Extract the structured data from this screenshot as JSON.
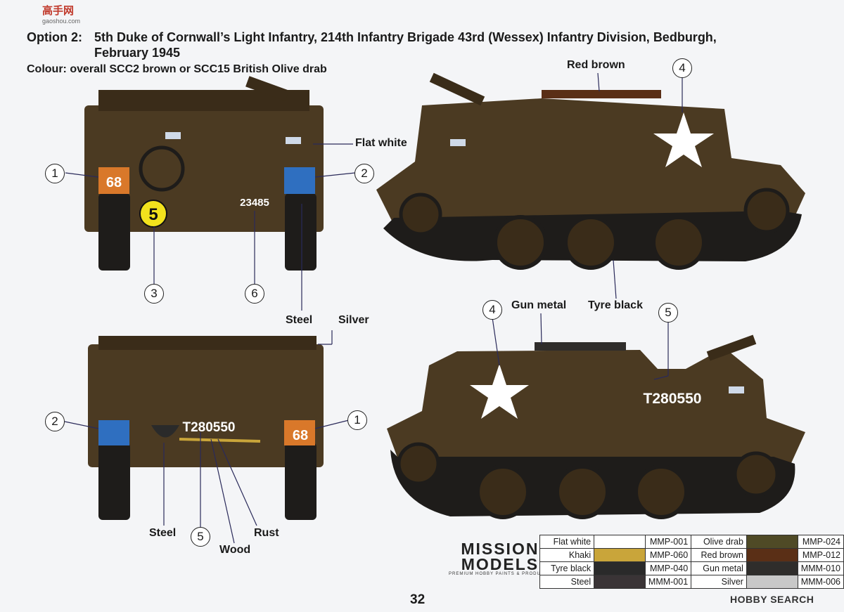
{
  "watermark": {
    "logo_text": "高手网",
    "logo_url_text": "gaoshou.com"
  },
  "header": {
    "option_label": "Option 2:",
    "title_line1": "5th Duke of Cornwall’s Light Infantry, 214th Infantry Brigade 43rd (Wessex) Infantry Division, Bedburgh,",
    "title_line2": "February 1945",
    "colour_line": "Colour: overall SCC2 brown or SCC15 British Olive drab"
  },
  "labels": {
    "red_brown": "Red brown",
    "flat_white": "Flat white",
    "gun_metal": "Gun metal",
    "tyre_black": "Tyre black",
    "steel_top": "Steel",
    "silver": "Silver",
    "steel_bottom": "Steel",
    "wood": "Wood",
    "rust": "Rust"
  },
  "callouts": [
    "1",
    "2",
    "3",
    "4",
    "5",
    "6"
  ],
  "markings": {
    "plate_68": "68",
    "circle_5": "5",
    "serial_short": "23485",
    "serial_long": "T280550",
    "serial_rear": "T280550"
  },
  "brand": {
    "name_l1": "MISSION",
    "name_l2": "MODELS",
    "tagline": "PREMIUM HOBBY PAINTS & PRODUCTS"
  },
  "paints": [
    {
      "name": "Flat white",
      "color": "#ffffff",
      "code": "MMP-001",
      "name2": "Olive drab",
      "color2": "#4f4a26",
      "code2": "MMP-024"
    },
    {
      "name": "Khaki",
      "color": "#c9a53a",
      "code": "MMP-060",
      "name2": "Red brown",
      "color2": "#5a2f16",
      "code2": "MMP-012"
    },
    {
      "name": "Tyre black",
      "color": "#2a2a2a",
      "code": "MMP-040",
      "name2": "Gun metal",
      "color2": "#2f2d2b",
      "code2": "MMM-010"
    },
    {
      "name": "Steel",
      "color": "#3a3436",
      "code": "MMM-001",
      "name2": "Silver",
      "color2": "#c8c8c8",
      "code2": "MMM-006"
    }
  ],
  "footer": {
    "page": "32",
    "site": "HOBBY SEARCH"
  },
  "colors": {
    "body": "#4b3a22",
    "body_dark": "#3a2c19",
    "track": "#1e1c1a",
    "plate_orange": "#d9782a",
    "plate_blue": "#2f6fc0",
    "dot_yellow": "#f2e21d"
  }
}
